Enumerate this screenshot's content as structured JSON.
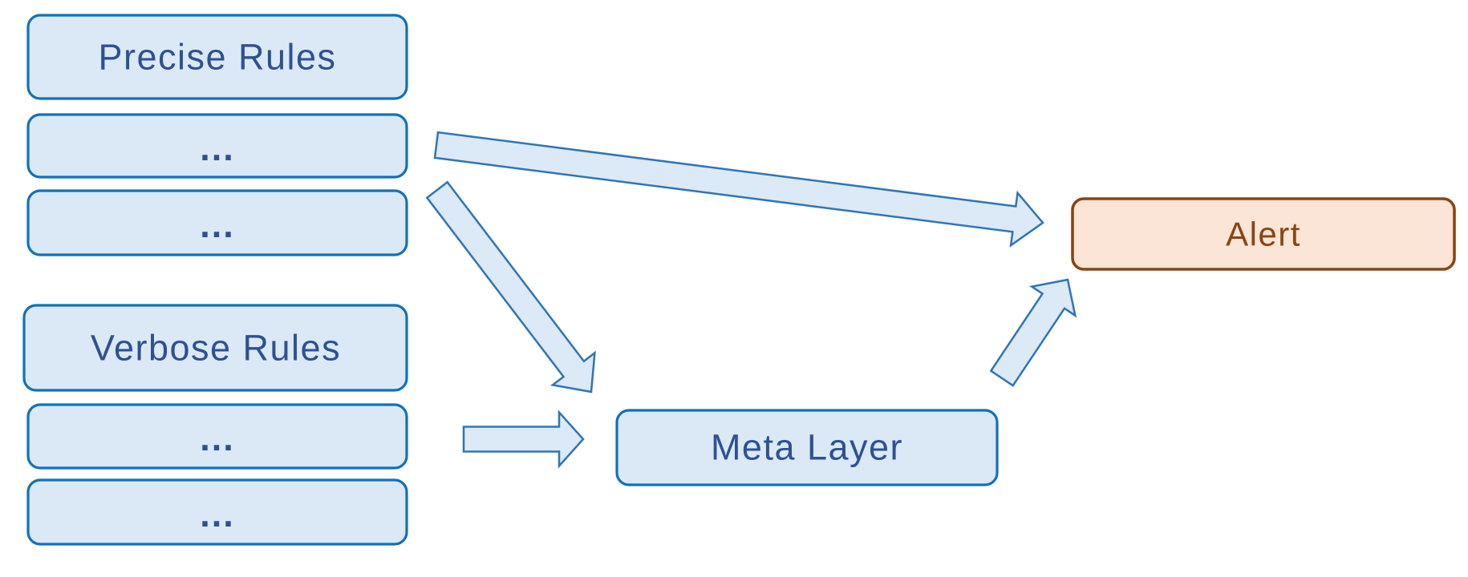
{
  "colors": {
    "background": "#ffffff",
    "node-fill": "#dbe9f7",
    "node-border": "#1171b9",
    "node-text": "#2e5192",
    "alert-fill": "#fbe5d6",
    "alert-border": "#8a4513",
    "alert-text": "#8a4513",
    "arrow-fill": "#dce9f6",
    "arrow-stroke": "#2e75b6"
  },
  "diagram": {
    "nodes": [
      {
        "id": "precise-rules",
        "label": "Precise Rules"
      },
      {
        "id": "precise-rule-item-1",
        "label": "..."
      },
      {
        "id": "precise-rule-item-2",
        "label": "..."
      },
      {
        "id": "verbose-rules",
        "label": "Verbose Rules"
      },
      {
        "id": "verbose-rule-item-1",
        "label": "..."
      },
      {
        "id": "verbose-rule-item-2",
        "label": "..."
      },
      {
        "id": "meta-layer",
        "label": "Meta Layer"
      },
      {
        "id": "alert",
        "label": "Alert"
      }
    ],
    "connections": [
      {
        "from": "precise-rule-item-1",
        "to": "alert"
      },
      {
        "from": "precise-rule-item-2",
        "to": "meta-layer"
      },
      {
        "from": "verbose-rules-group",
        "to": "meta-layer"
      },
      {
        "from": "meta-layer",
        "to": "alert"
      }
    ]
  }
}
